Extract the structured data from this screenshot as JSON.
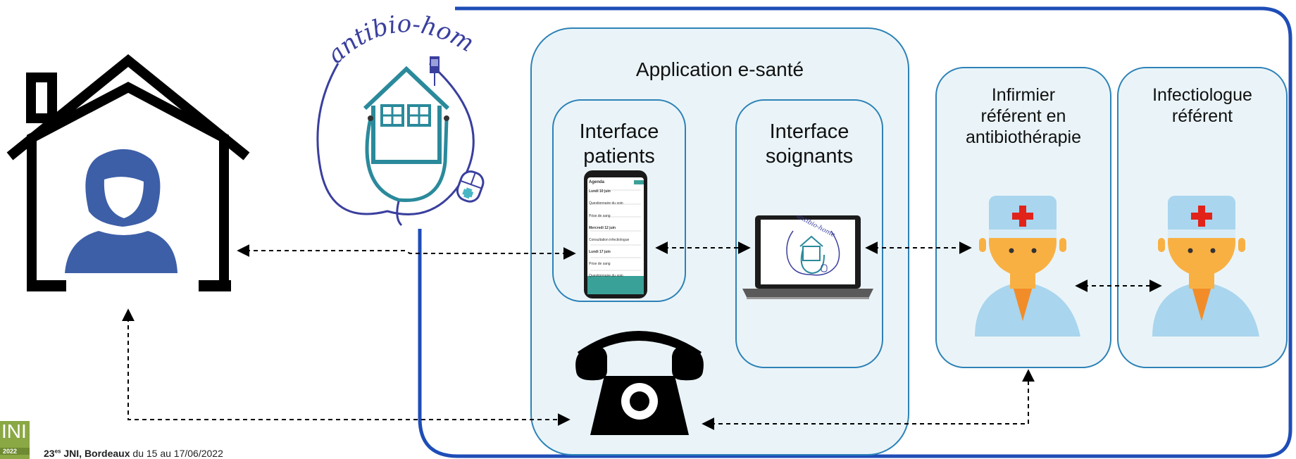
{
  "logo": {
    "text": "antibio-home"
  },
  "app_box": {
    "title": "Application e-santé"
  },
  "patient_interface": {
    "line1": "Interface",
    "line2": "patients"
  },
  "caregiver_interface": {
    "line1": "Interface",
    "line2": "soignants"
  },
  "nurse": {
    "line1": "Infirmier",
    "line2": "référent en",
    "line3": "antibiothérapie"
  },
  "infectiologist": {
    "line1": "Infectiologue",
    "line2": "référent"
  },
  "phone_screen": {
    "title": "Agenda",
    "rows": [
      "Lundi 10 juin",
      "Questionnaire du soin",
      "Prise de sang",
      "Mercredi 12 juin",
      "Consultation infectiologue",
      "Lundi 17 juin",
      "Prise de sang",
      "Questionnaire du soin"
    ]
  },
  "laptop_logo": "antibio-home",
  "ini_badge": {
    "text": "INI",
    "year": "2022"
  },
  "footer": {
    "ordinal": "23",
    "ordinal_suffix": "es",
    "event": "JNI, Bordeaux",
    "dates": "du 15 au 17/06/2022"
  },
  "colors": {
    "box_fill": "#eaf4f8",
    "box_stroke": "#2d82b7",
    "outer_stroke": "#1e4db7",
    "patient_blue": "#3d5fa8",
    "skin": "#f9b043",
    "collar": "#f28c28",
    "coat": "#a9d5ee",
    "red_cross": "#e2231a",
    "logo_blue": "#3a3f9e",
    "logo_teal": "#2a8a9b"
  }
}
